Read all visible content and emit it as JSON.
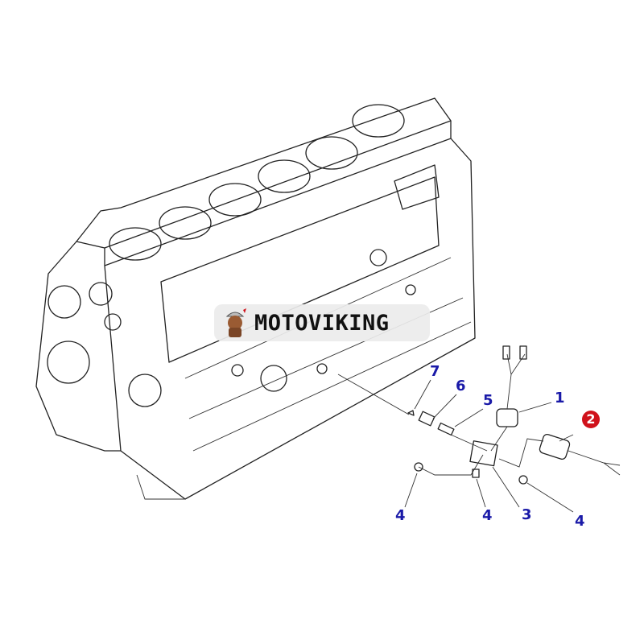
{
  "diagram": {
    "watermark": "MOTOVIKING",
    "callouts": [
      {
        "id": "callout-7",
        "label": "7"
      },
      {
        "id": "callout-6",
        "label": "6"
      },
      {
        "id": "callout-5",
        "label": "5"
      },
      {
        "id": "callout-1",
        "label": "1"
      },
      {
        "id": "callout-2",
        "label": "2",
        "highlighted": true
      },
      {
        "id": "callout-4a",
        "label": "4"
      },
      {
        "id": "callout-4b",
        "label": "4"
      },
      {
        "id": "callout-3",
        "label": "3"
      },
      {
        "id": "callout-4c",
        "label": "4"
      }
    ],
    "colors": {
      "callout": "#1a1aa8",
      "highlight": "#d0121b",
      "line": "#222222"
    }
  }
}
